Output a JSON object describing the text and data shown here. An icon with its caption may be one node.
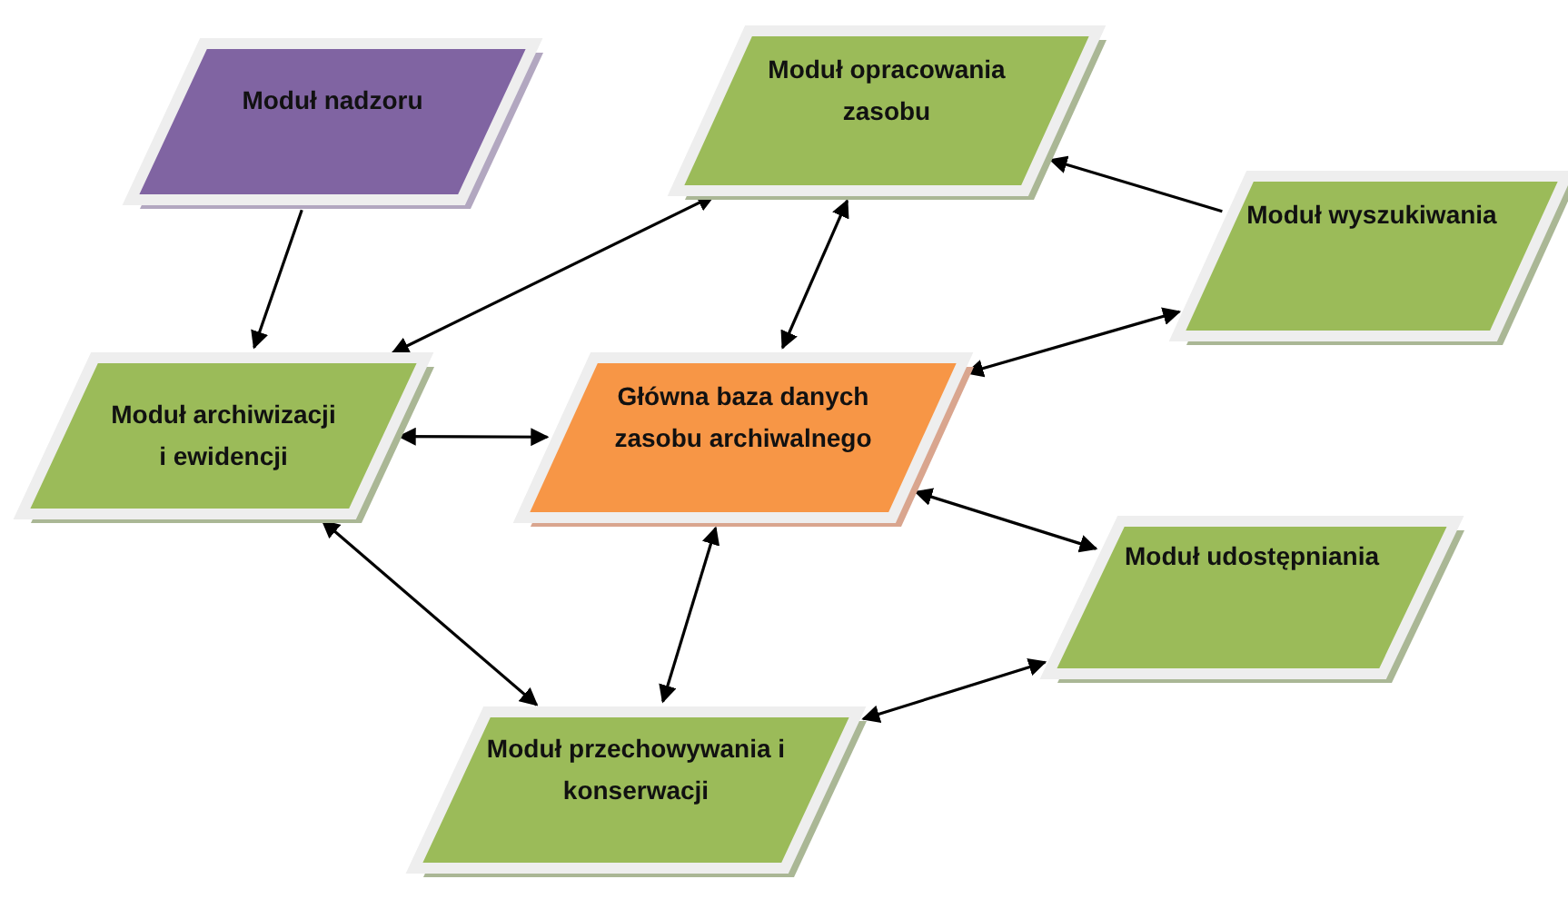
{
  "diagram": {
    "nodes": [
      {
        "text": [
          "Moduł nadzoru"
        ]
      },
      {
        "text": [
          "Moduł opracowania zasobu"
        ]
      },
      {
        "text": [
          "Moduł wyszukiwania"
        ]
      },
      {
        "text": [
          "Moduł archiwizacji i ewidencji"
        ]
      },
      {
        "text": [
          "Główna baza danych zasobu archiwalnego"
        ]
      },
      {
        "text": [
          "Moduł udostępniania"
        ]
      },
      {
        "text": [
          "Moduł przechowywania i konserwacji"
        ]
      }
    ],
    "edges": [
      {
        "from": 0,
        "to": 3,
        "arrow": "to"
      },
      {
        "from": 3,
        "to": 1,
        "arrow": "both"
      },
      {
        "from": 1,
        "to": 4,
        "arrow": "both"
      },
      {
        "from": 2,
        "to": 1,
        "arrow": "to"
      },
      {
        "from": 2,
        "to": 4,
        "arrow": "both"
      },
      {
        "from": 3,
        "to": 4,
        "arrow": "both"
      },
      {
        "from": 4,
        "to": 5,
        "arrow": "both"
      },
      {
        "from": 4,
        "to": 6,
        "arrow": "both"
      },
      {
        "from": 3,
        "to": 6,
        "arrow": "both"
      },
      {
        "from": 6,
        "to": 5,
        "arrow": "both"
      }
    ]
  }
}
